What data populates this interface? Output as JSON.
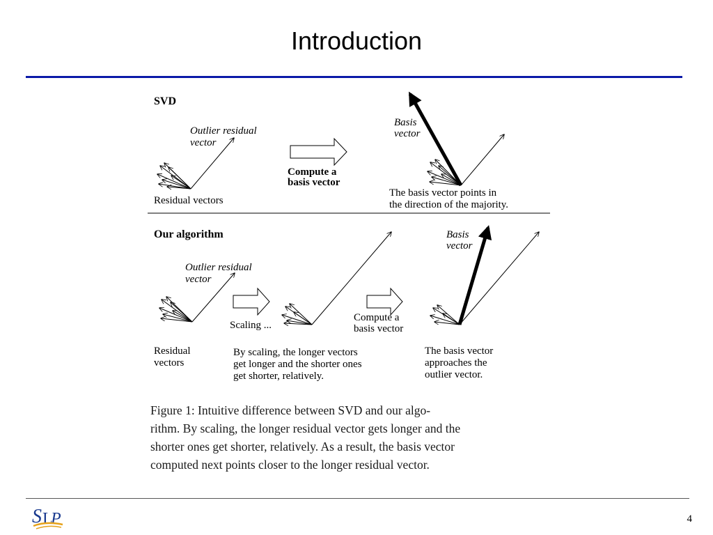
{
  "slide": {
    "title": "Introduction",
    "page_number": "4",
    "logo_text": "SLP",
    "accent_color": "#0b1aa8"
  },
  "figure": {
    "svd": {
      "heading": "SVD",
      "outlier_label": [
        "Outlier residual",
        "vector"
      ],
      "residual_label": "Residual vectors",
      "arrow_label": [
        "Compute a",
        "basis vector"
      ],
      "basis_label": [
        "Basis",
        "vector"
      ],
      "result_text": [
        "The basis vector points in",
        "the direction of the majority."
      ]
    },
    "ours": {
      "heading": "Our algorithm",
      "outlier_label": [
        "Outlier residual",
        "vector"
      ],
      "scaling_label": "Scaling ...",
      "compute_label": [
        "Compute a",
        "basis vector"
      ],
      "basis_label": [
        "Basis",
        "vector"
      ],
      "residual_label": [
        "Residual",
        "vectors"
      ],
      "scaling_text": [
        "By scaling, the longer vectors",
        "get longer and the shorter ones",
        "get shorter,  relatively."
      ],
      "result_text": [
        "The basis vector",
        "approaches the",
        "outlier vector."
      ]
    },
    "caption_lines": [
      "Figure 1: Intuitive difference between SVD and our algo-",
      "rithm. By scaling, the longer residual vector gets longer and the",
      "shorter ones get shorter, relatively.  As a result, the basis vector",
      "computed next points closer to the longer residual vector."
    ]
  }
}
